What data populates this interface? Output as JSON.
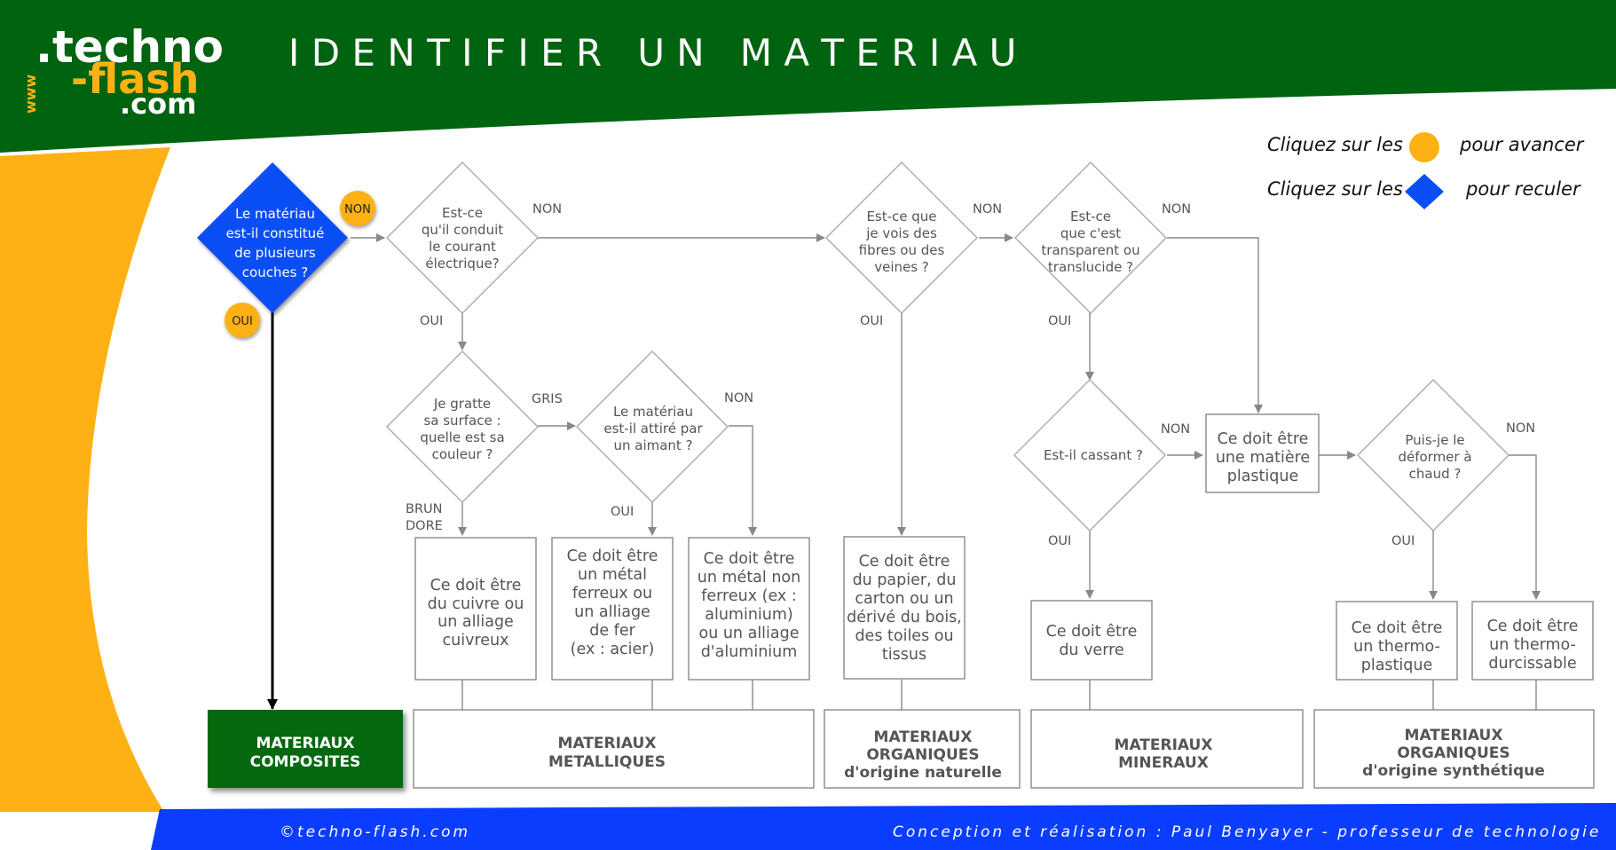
{
  "header": {
    "title": "I D E N T I F I E R   U N   M A T E R I A U",
    "logo": {
      "line1": ".techno",
      "line2": "-flash",
      "line3": ".com",
      "www": "www"
    }
  },
  "legend": {
    "forward_prefix": "Cliquez sur les",
    "forward_suffix": "pour avancer",
    "back_prefix": "Cliquez sur les",
    "back_suffix": "pour reculer"
  },
  "start": {
    "lines": [
      "Le matériau",
      "est-il constitué",
      "de plusieurs",
      "couches ?"
    ]
  },
  "buttons": {
    "non": "NON",
    "oui": "OUI"
  },
  "questions": {
    "conduit": [
      "Est-ce",
      "qu'il conduit",
      "le courant",
      "électrique?"
    ],
    "fibres": [
      "Est-ce que",
      "je vois des",
      "fibres ou des",
      "veines ?"
    ],
    "transparent": [
      "Est-ce",
      "que c'est",
      "transparent ou",
      "translucide ?"
    ],
    "gratte": [
      "Je gratte",
      "sa surface :",
      "quelle est sa",
      "couleur ?"
    ],
    "aimant": [
      "Le matériau",
      "est-il attiré par",
      "un aimant ?"
    ],
    "cassant": [
      "Est-il cassant ?"
    ],
    "deformer": [
      "Puis-je le",
      "déformer à",
      "chaud ?"
    ]
  },
  "labels": {
    "non1": "NON",
    "non2": "NON",
    "non3": "NON",
    "non4": "NON",
    "non5": "NON",
    "non6": "NON",
    "oui1": "OUI",
    "oui2": "OUI",
    "oui3": "OUI",
    "oui4": "OUI",
    "oui5": "OUI",
    "oui6": "OUI",
    "gris": "GRIS",
    "brun": [
      "BRUN",
      "DORE"
    ]
  },
  "results": {
    "cuivre": [
      "Ce doit être",
      "du cuivre ou",
      "un alliage",
      "cuivreux"
    ],
    "ferreux": [
      "Ce doit être",
      "un métal",
      "ferreux ou",
      "un alliage",
      "de fer",
      "(ex : acier)"
    ],
    "non_ferreux": [
      "Ce doit être",
      "un métal non",
      "ferreux (ex :",
      "aluminium)",
      "ou un alliage",
      "d'aluminium"
    ],
    "papier": [
      "Ce doit être",
      "du papier, du",
      "carton ou un",
      "dérivé du bois,",
      "des toiles ou",
      "tissus"
    ],
    "verre": [
      "Ce doit être",
      "du verre"
    ],
    "plastique": [
      "Ce doit être",
      "une matière",
      "plastique"
    ],
    "thermoplastique": [
      "Ce doit être",
      "un thermo-",
      "plastique"
    ],
    "thermodurcissable": [
      "Ce doit être",
      "un thermo-",
      "durcissable"
    ]
  },
  "categories": {
    "composites": [
      "MATERIAUX",
      "COMPOSITES"
    ],
    "metalliques": [
      "MATERIAUX",
      "METALLIQUES"
    ],
    "organiques_nat": [
      "MATERIAUX",
      "ORGANIQUES",
      "d'origine naturelle"
    ],
    "mineraux": [
      "MATERIAUX",
      "MINERAUX"
    ],
    "organiques_syn": [
      "MATERIAUX",
      "ORGANIQUES",
      "d'origine synthétique"
    ]
  },
  "footer": {
    "copyright": "©techno-flash.com",
    "credit": "Conception et réalisation : Paul Benyayer - professeur de technologie"
  },
  "colors": {
    "green": "#006310",
    "orange": "#fdb114",
    "blue": "#0a3dff",
    "start_blue": "#0a4ef5",
    "composites_green": "#05690f"
  }
}
